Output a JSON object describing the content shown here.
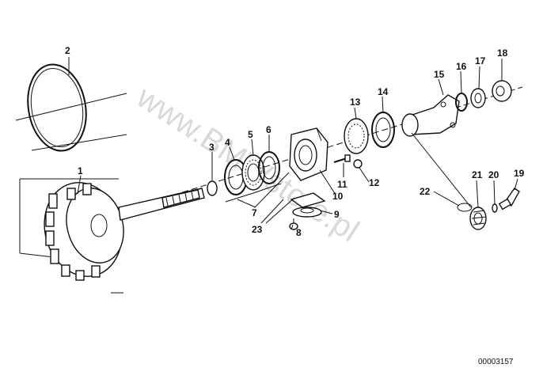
{
  "watermark": "www.BMWstore.pl",
  "diagram_code": "00003157",
  "callouts": [
    "1",
    "2",
    "3",
    "4",
    "5",
    "6",
    "7",
    "8",
    "9",
    "10",
    "11",
    "12",
    "13",
    "14",
    "15",
    "16",
    "17",
    "18",
    "19",
    "20",
    "21",
    "22",
    "23"
  ]
}
